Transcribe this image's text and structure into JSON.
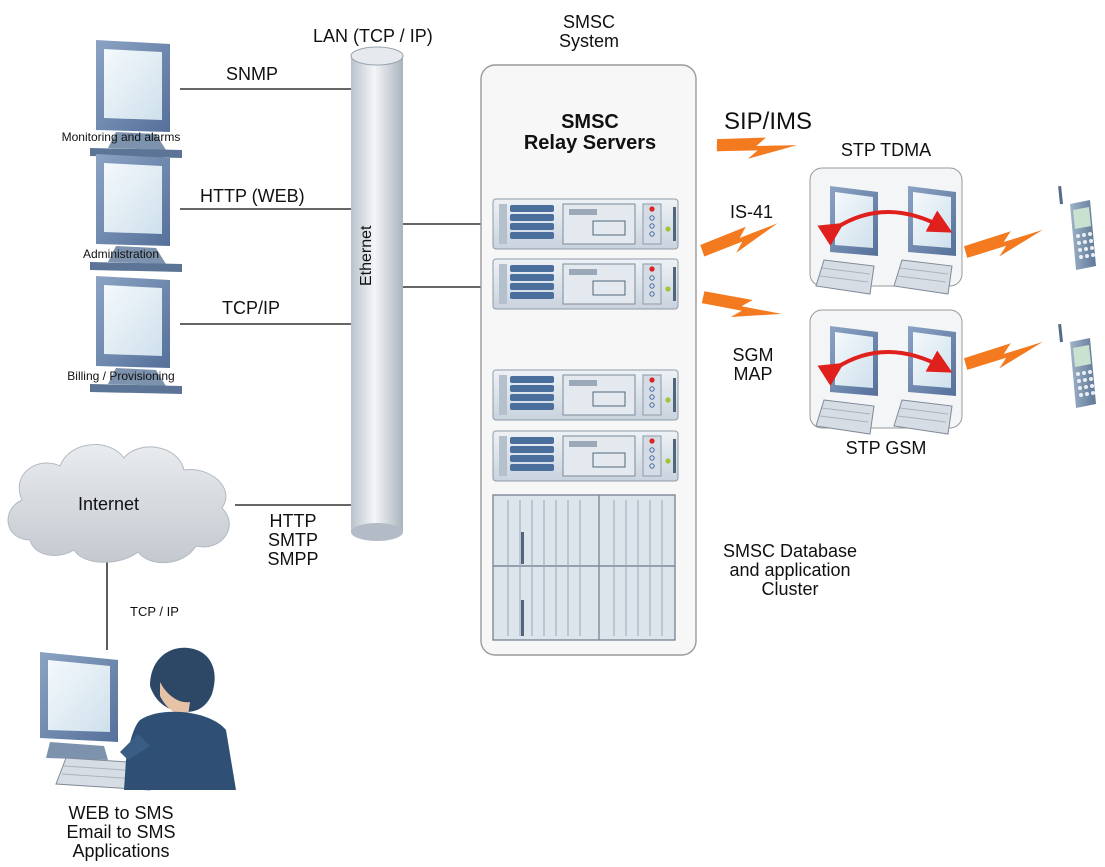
{
  "lan": {
    "title": "LAN (TCP / IP)",
    "bus_label": "Ethernet"
  },
  "smsc_system": {
    "title_lines": [
      "SMSC",
      "System"
    ],
    "relay_lines": [
      "SMSC",
      "Relay Servers"
    ],
    "db_lines": [
      "SMSC Database",
      "and application",
      "Cluster"
    ]
  },
  "terminals": [
    {
      "caption": "Monitoring and alarms",
      "link": "SNMP"
    },
    {
      "caption": "Administration",
      "link": "HTTP (WEB)"
    },
    {
      "caption": "Billing / Provisioning",
      "link": "TCP/IP"
    }
  ],
  "internet": {
    "label": "Internet",
    "link_lines": [
      "HTTP",
      "SMTP",
      "SMPP"
    ],
    "down_link": "TCP / IP"
  },
  "user": {
    "caption_lines": [
      "WEB to SMS",
      "Email to SMS",
      "Applications"
    ]
  },
  "protocols": {
    "sip": "SIP/IMS",
    "is41": "IS-41",
    "sgm_lines": [
      "SGM",
      "MAP"
    ]
  },
  "stp": {
    "tdma": "STP TDMA",
    "gsm": "STP GSM"
  },
  "colors": {
    "signal": "#f47a20",
    "arrow": "#e0201c",
    "server_body": "#dde6ef",
    "drive_blue": "#4a6f9c",
    "monitor_screen": "#e8f2f9",
    "monitor_frame": "#6e8bb0"
  }
}
